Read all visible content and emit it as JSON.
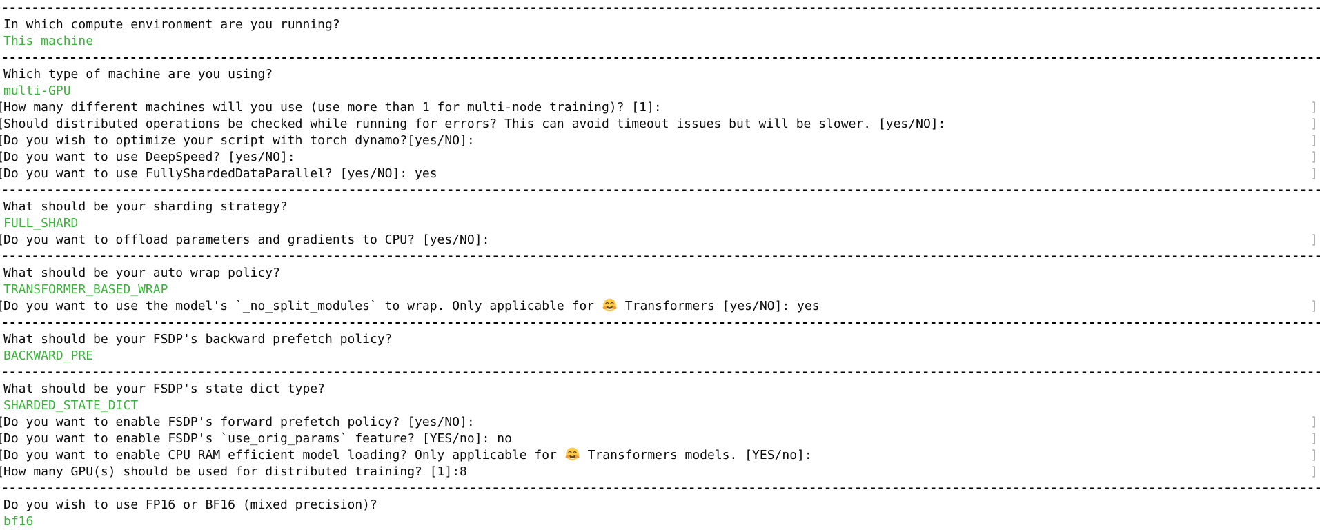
{
  "app": "accelerate-config-cli",
  "terminal": {
    "colors": {
      "background": "#ffffff",
      "text": "#0b0b0b",
      "answer_green": "#3cb43c",
      "separator": "#050505",
      "left_bracket": "#1c1c1c",
      "right_bracket": "#a6a6a6"
    },
    "separator": {
      "char": "-",
      "count": 177
    },
    "brackets": {
      "left": "[",
      "right": "]"
    },
    "lines": [
      {
        "type": "separator"
      },
      {
        "type": "question",
        "text": "In which compute environment are you running?"
      },
      {
        "type": "answer",
        "text": "This machine"
      },
      {
        "type": "separator"
      },
      {
        "type": "question",
        "text": "Which type of machine are you using?"
      },
      {
        "type": "answer",
        "text": "multi-GPU"
      },
      {
        "type": "prompt",
        "segments": [
          {
            "text": "How many different machines will you use (use more than 1 for multi-node training)? [1]:"
          }
        ]
      },
      {
        "type": "prompt",
        "segments": [
          {
            "text": "Should distributed operations be checked while running for errors? This can avoid timeout issues but will be slower. [yes/NO]:"
          }
        ]
      },
      {
        "type": "prompt",
        "segments": [
          {
            "text": "Do you wish to optimize your script with torch dynamo?[yes/NO]:"
          }
        ]
      },
      {
        "type": "prompt",
        "segments": [
          {
            "text": "Do you want to use DeepSpeed? [yes/NO]:"
          }
        ]
      },
      {
        "type": "prompt",
        "segments": [
          {
            "text": "Do you want to use FullyShardedDataParallel? [yes/NO]: yes"
          }
        ]
      },
      {
        "type": "separator"
      },
      {
        "type": "question",
        "text": "What should be your sharding strategy?"
      },
      {
        "type": "answer",
        "text": "FULL_SHARD"
      },
      {
        "type": "prompt",
        "segments": [
          {
            "text": "Do you want to offload parameters and gradients to CPU? [yes/NO]:"
          }
        ]
      },
      {
        "type": "separator"
      },
      {
        "type": "question",
        "text": "What should be your auto wrap policy?"
      },
      {
        "type": "answer",
        "text": "TRANSFORMER_BASED_WRAP"
      },
      {
        "type": "prompt",
        "segments": [
          {
            "text": "Do you want to use the model's `_no_split_modules` to wrap. Only applicable for "
          },
          {
            "icon": "hugging-face-emoji"
          },
          {
            "text": " Transformers [yes/NO]: yes"
          }
        ]
      },
      {
        "type": "separator"
      },
      {
        "type": "question",
        "text": "What should be your FSDP's backward prefetch policy?"
      },
      {
        "type": "answer",
        "text": "BACKWARD_PRE"
      },
      {
        "type": "separator"
      },
      {
        "type": "question",
        "text": "What should be your FSDP's state dict type?"
      },
      {
        "type": "answer",
        "text": "SHARDED_STATE_DICT"
      },
      {
        "type": "prompt",
        "segments": [
          {
            "text": "Do you want to enable FSDP's forward prefetch policy? [yes/NO]:"
          }
        ]
      },
      {
        "type": "prompt",
        "segments": [
          {
            "text": "Do you want to enable FSDP's `use_orig_params` feature? [YES/no]: no"
          }
        ]
      },
      {
        "type": "prompt",
        "segments": [
          {
            "text": "Do you want to enable CPU RAM efficient model loading? Only applicable for "
          },
          {
            "icon": "hugging-face-emoji"
          },
          {
            "text": " Transformers models. [YES/no]:"
          }
        ]
      },
      {
        "type": "prompt",
        "segments": [
          {
            "text": "How many GPU(s) should be used for distributed training? [1]:8"
          }
        ]
      },
      {
        "type": "separator"
      },
      {
        "type": "question",
        "text": "Do you wish to use FP16 or BF16 (mixed precision)?"
      },
      {
        "type": "answer",
        "text": "bf16"
      }
    ]
  }
}
